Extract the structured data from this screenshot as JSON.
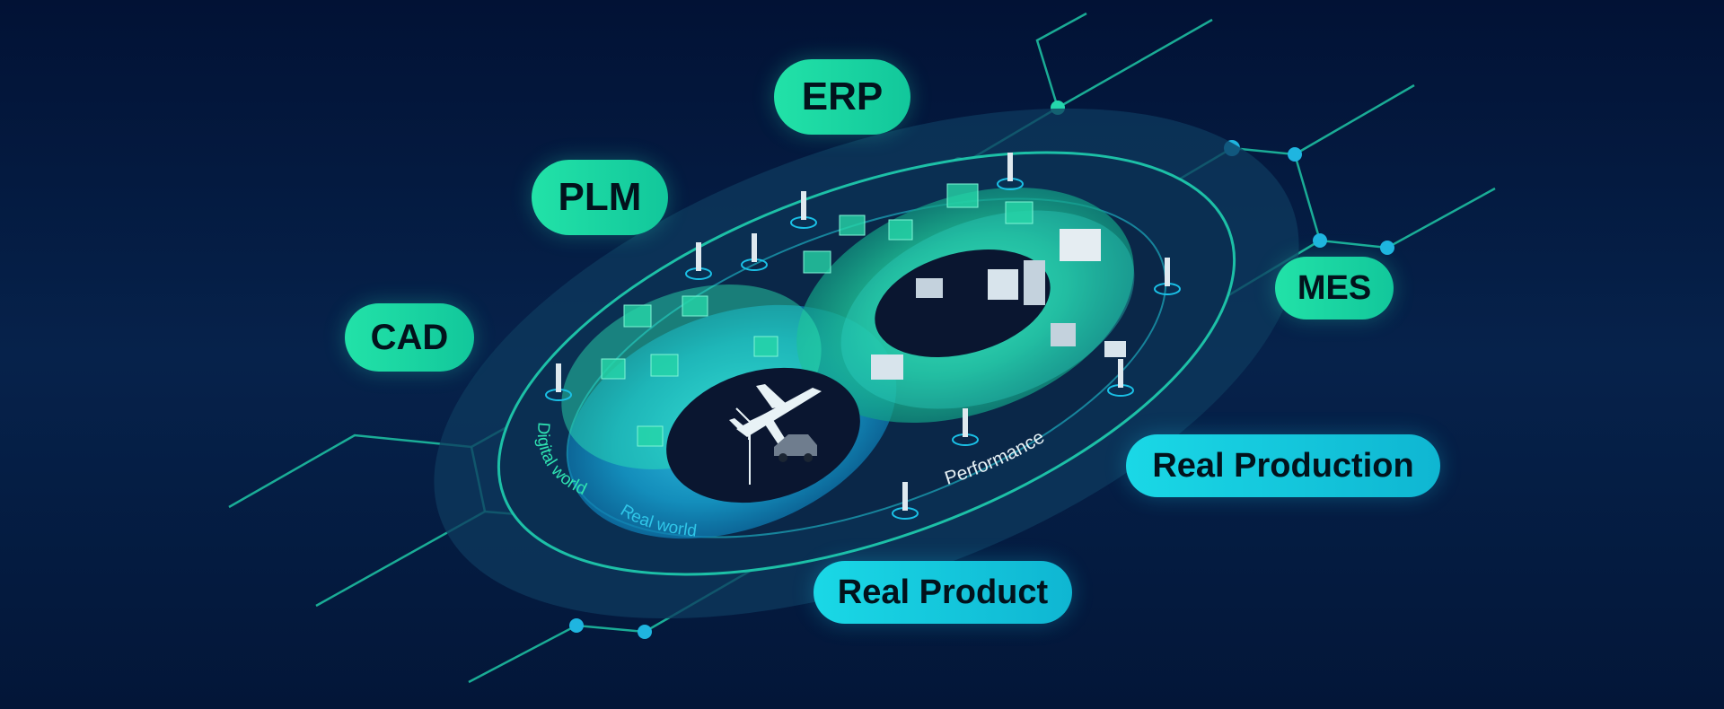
{
  "labels": {
    "erp": "ERP",
    "plm": "PLM",
    "cad": "CAD",
    "mes": "MES",
    "real_production": "Real Production",
    "real_product": "Real Product"
  },
  "ring_labels": {
    "digital_world": "Digital world",
    "real_world": "Real world",
    "performance": "Performance"
  },
  "colors": {
    "background": "#031539",
    "green_accent": "#1fdba6",
    "cyan_accent": "#17c8e0",
    "circuit_line": "#1fc7a6"
  }
}
